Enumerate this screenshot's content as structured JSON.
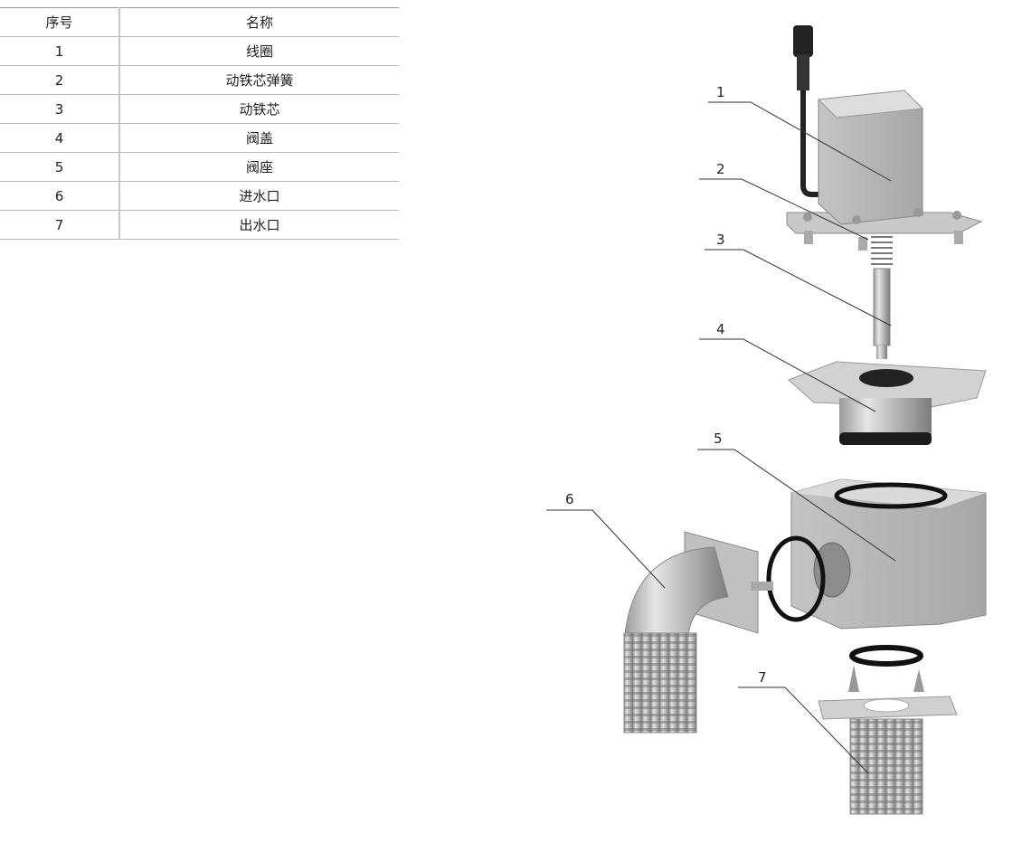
{
  "table": {
    "headers": [
      "序号",
      "名称"
    ],
    "rows": [
      {
        "no": "1",
        "name": "线圈"
      },
      {
        "no": "2",
        "name": "动铁芯弹簧"
      },
      {
        "no": "3",
        "name": "动铁芯"
      },
      {
        "no": "4",
        "name": "阀盖"
      },
      {
        "no": "5",
        "name": "阀座"
      },
      {
        "no": "6",
        "name": "进水口"
      },
      {
        "no": "7",
        "name": "出水口"
      }
    ]
  },
  "callouts": [
    "1",
    "2",
    "3",
    "4",
    "5",
    "6",
    "7"
  ]
}
